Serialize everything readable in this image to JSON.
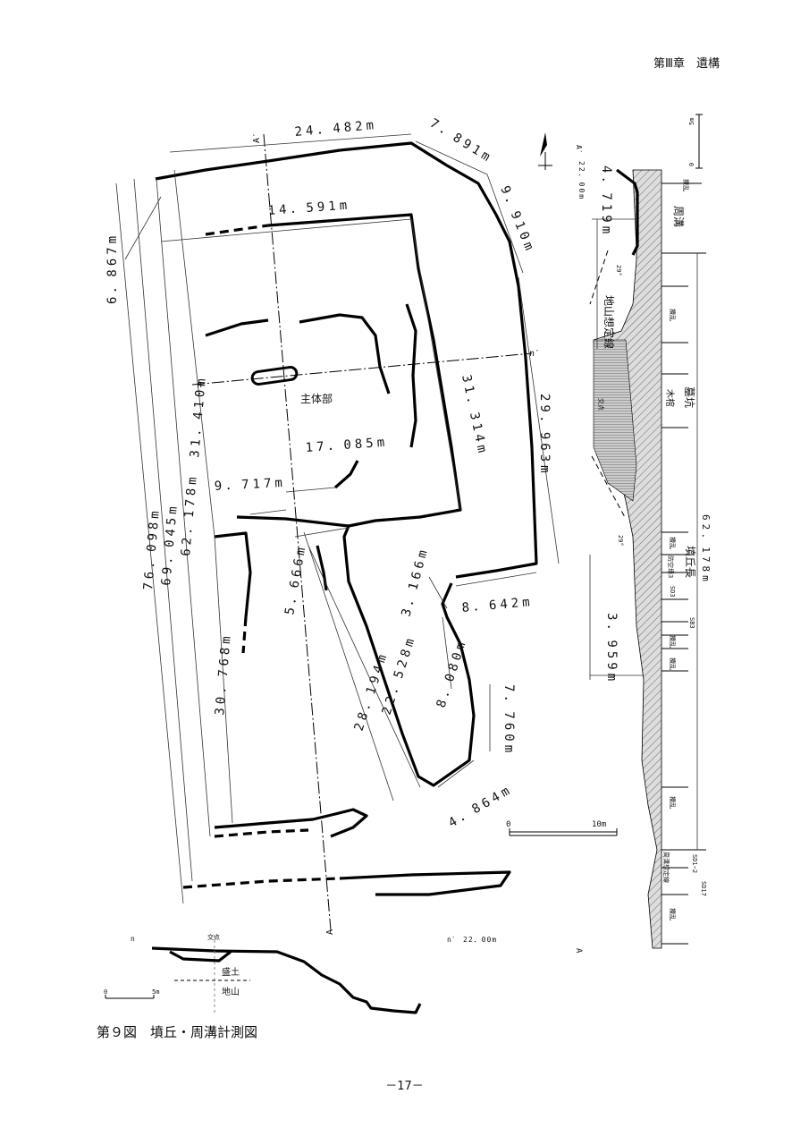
{
  "header": {
    "chapter": "第Ⅲ章　遺構"
  },
  "caption": "第９図　墳丘・周溝計測図",
  "page_number": "－17－",
  "plan": {
    "section_line_top": "A′",
    "section_line_bottom": "A",
    "n_left": "n",
    "n_right": "n′",
    "main_body": "主体部",
    "dims": {
      "d24482": "24．482m",
      "d7891": "7．891m",
      "d9910": "9．910m",
      "d14591": "14．591m",
      "d6867": "6．867m",
      "d31410": "31．410m",
      "d31314": "31．314m",
      "d29963": "29．963m",
      "d17085": "17．085m",
      "d9717": "9．717m",
      "d5666": "5．666m",
      "d76098": "76．098m",
      "d69045": "69．045m",
      "d62178": "62．178m",
      "d30768": "30．768m",
      "d3166": "3．166m",
      "d8642": "8．642m",
      "d28194": "28．194m",
      "d22528": "22．528m",
      "d8080": "8．080m",
      "d7760": "7．760m",
      "d4864": "4．864m"
    },
    "scale": {
      "zero": "0",
      "max": "10m"
    }
  },
  "section_a": {
    "top_label": "A′",
    "elevation": "22．00m",
    "bottom_label": "A",
    "d4719": "4．719m",
    "d3959": "3．959m",
    "d62178": "62．178m",
    "moat": "周溝",
    "ground_line": "地山想定線",
    "grave_pit": "墓坑",
    "coffin": "木棺",
    "mound_length": "墳丘長",
    "intersection": "交点",
    "angle_top": "29°",
    "angle_bottom": "29°",
    "disturbed": "攪乱",
    "sb3": "SB3",
    "sd3": "SD3",
    "trench3": "防空壕3",
    "sd12": "SD1−2",
    "sd17": "SD17",
    "moat_ground": "周溝想定線",
    "scale": {
      "zero": "0",
      "max": "5m"
    }
  },
  "section_n": {
    "n_left": "n",
    "intersection": "交点",
    "n_right": "n′",
    "elevation": "22．00m",
    "fill": "盛土",
    "ground": "地山",
    "scale": {
      "zero": "0",
      "max": "5m"
    }
  }
}
